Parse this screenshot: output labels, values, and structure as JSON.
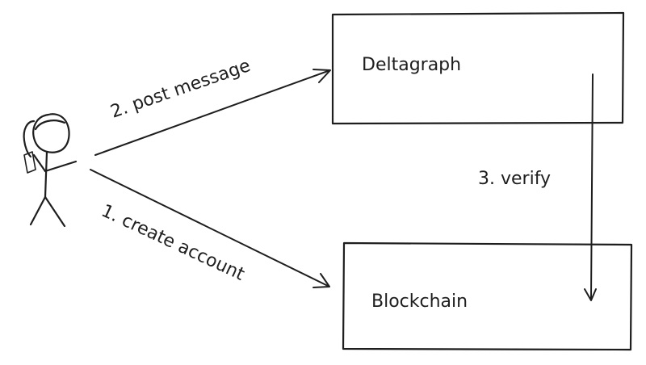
{
  "nodes": {
    "deltagraph": {
      "label": "Deltagraph"
    },
    "blockchain": {
      "label": "Blockchain"
    }
  },
  "edges": {
    "create_account": {
      "label": "1. create account"
    },
    "post_message": {
      "label": "2. post message"
    },
    "verify": {
      "label": "3. verify"
    }
  },
  "colors": {
    "ink": "#1e1e1e",
    "background": "#ffffff"
  },
  "icons": {
    "actor": "stick-figure-user-icon"
  }
}
